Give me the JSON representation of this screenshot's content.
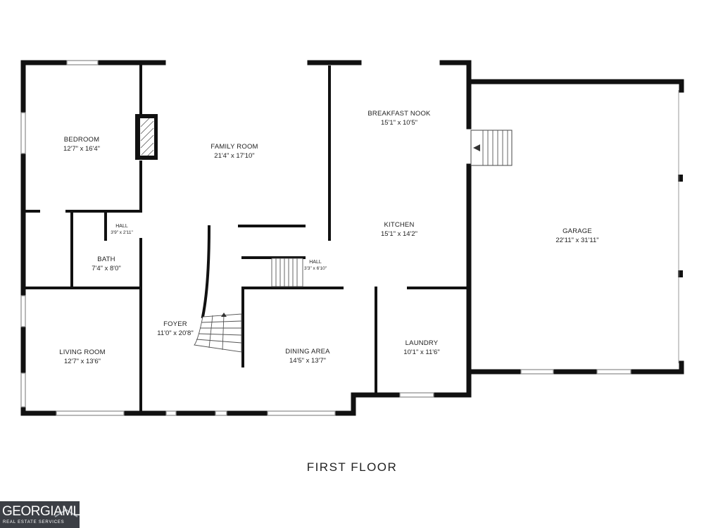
{
  "floor_label": "FIRST FLOOR",
  "logo": {
    "main": "GEORGIAMLS",
    "sub": "REAL ESTATE SERVICES"
  },
  "rooms": {
    "bedroom": {
      "name": "BEDROOM",
      "dim": "12'7\" x 16'4\""
    },
    "family_room": {
      "name": "FAMILY ROOM",
      "dim": "21'4\" x 17'10\""
    },
    "breakfast_nook": {
      "name": "BREAKFAST NOOK",
      "dim": "15'1\" x 10'5\""
    },
    "garage": {
      "name": "GARAGE",
      "dim": "22'11\" x 31'11\""
    },
    "hall_1": {
      "name": "HALL",
      "dim": "3'9\" x 2'11\""
    },
    "bath": {
      "name": "BATH",
      "dim": "7'4\" x 8'0\""
    },
    "kitchen": {
      "name": "KITCHEN",
      "dim": "15'1\" x 14'2\""
    },
    "hall_2": {
      "name": "HALL",
      "dim": "3'3\" x 6'10\""
    },
    "foyer": {
      "name": "FOYER",
      "dim": "11'0\" x 20'8\""
    },
    "living_room": {
      "name": "LIVING ROOM",
      "dim": "12'7\" x 13'6\""
    },
    "dining_area": {
      "name": "DINING AREA",
      "dim": "14'5\" x 13'7\""
    },
    "laundry": {
      "name": "LAUNDRY",
      "dim": "10'1\" x 11'6\""
    }
  }
}
